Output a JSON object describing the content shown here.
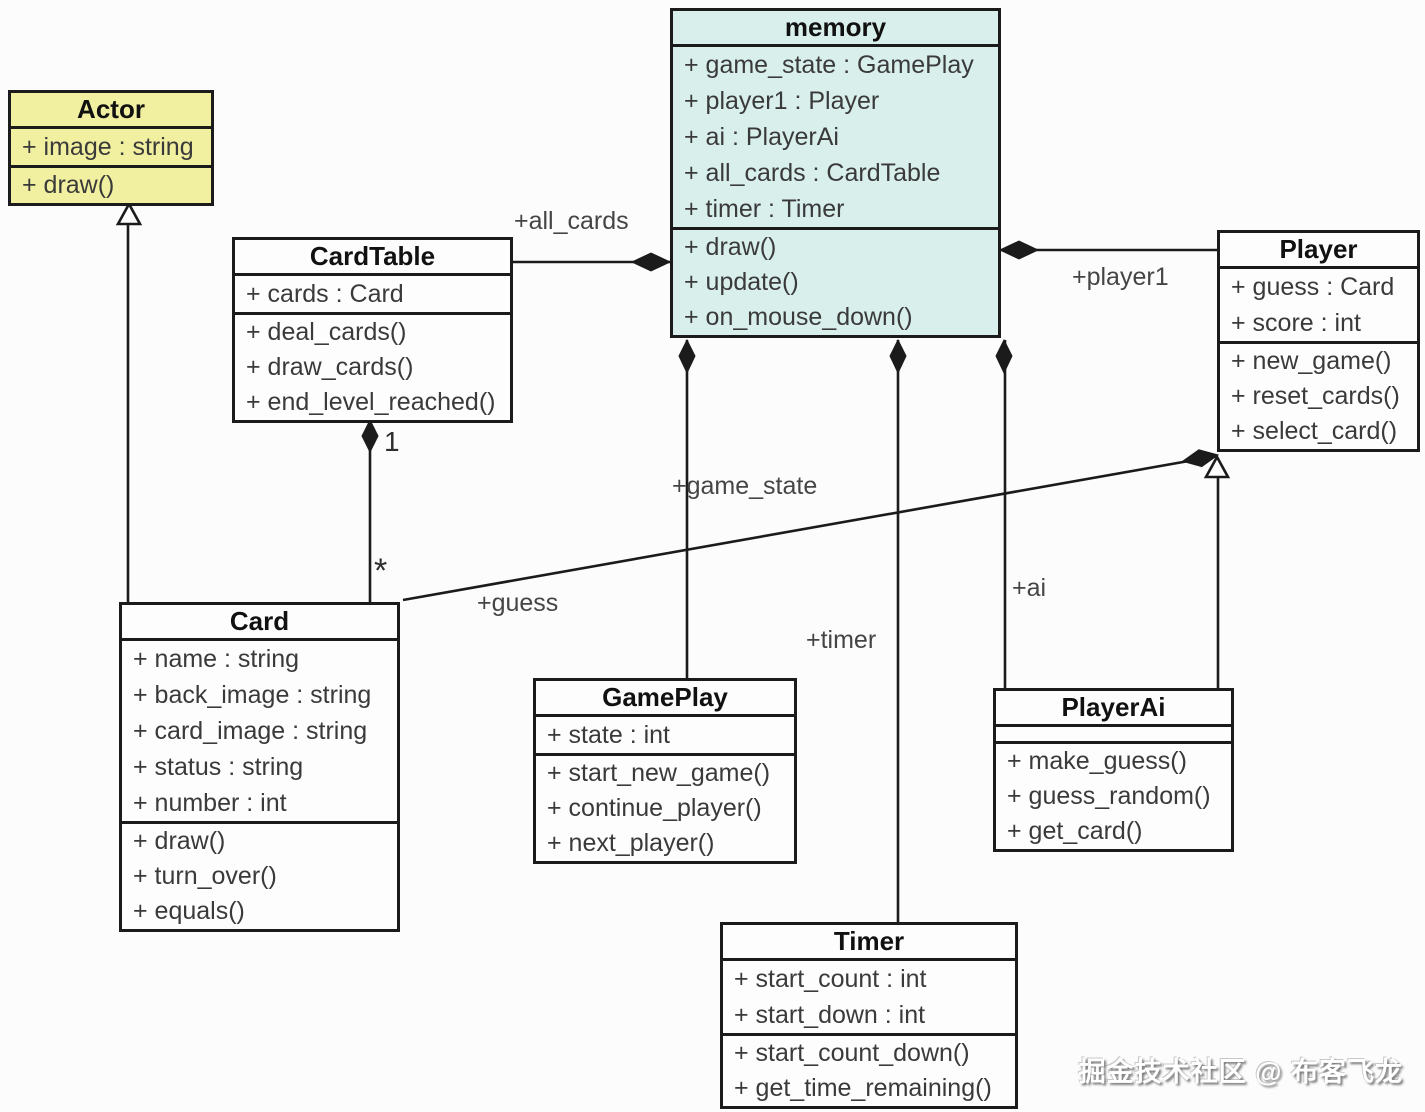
{
  "diagram": {
    "classes": {
      "actor": {
        "title": "Actor",
        "attributes": [
          "+ image : string"
        ],
        "methods": [
          "+ draw()"
        ]
      },
      "memory": {
        "title": "memory",
        "attributes": [
          "+ game_state : GamePlay",
          "+ player1 : Player",
          "+ ai : PlayerAi",
          "+ all_cards : CardTable",
          "+ timer : Timer"
        ],
        "methods": [
          "+ draw()",
          "+ update()",
          "+ on_mouse_down()"
        ]
      },
      "cardtable": {
        "title": "CardTable",
        "attributes": [
          "+ cards : Card"
        ],
        "methods": [
          "+ deal_cards()",
          "+ draw_cards()",
          "+ end_level_reached()"
        ]
      },
      "player": {
        "title": "Player",
        "attributes": [
          "+ guess : Card",
          "+ score : int"
        ],
        "methods": [
          "+ new_game()",
          "+ reset_cards()",
          "+ select_card()"
        ]
      },
      "card": {
        "title": "Card",
        "attributes": [
          "+ name : string",
          "+ back_image : string",
          "+ card_image : string",
          "+ status : string",
          "+ number : int"
        ],
        "methods": [
          "+ draw()",
          "+ turn_over()",
          "+ equals()"
        ]
      },
      "gameplay": {
        "title": "GamePlay",
        "attributes": [
          "+ state : int"
        ],
        "methods": [
          "+ start_new_game()",
          "+ continue_player()",
          "+ next_player()"
        ]
      },
      "playerai": {
        "title": "PlayerAi",
        "attributes": [],
        "methods": [
          "+ make_guess()",
          "+ guess_random()",
          "+ get_card()"
        ]
      },
      "timer": {
        "title": "Timer",
        "attributes": [
          "+ start_count : int",
          "+ start_down : int"
        ],
        "methods": [
          "+ start_count_down()",
          "+ get_time_remaining()"
        ]
      }
    },
    "edge_labels": {
      "all_cards": "+all_cards",
      "player1": "+player1",
      "game_state": "+game_state",
      "timer": "+timer",
      "ai": "+ai",
      "guess": "+guess",
      "cardtable_multiplicity": "1",
      "card_multiplicity": "*"
    },
    "colors": {
      "actor_fill": "#f1efa0",
      "memory_fill": "#d8efec",
      "class_fill": "#fdfdfd",
      "border": "#1b1b1b",
      "member_text": "#3a3a3a",
      "edge_label_text": "#454545"
    }
  },
  "watermark": {
    "text": "掘金技术社区 @ 布客飞龙"
  }
}
